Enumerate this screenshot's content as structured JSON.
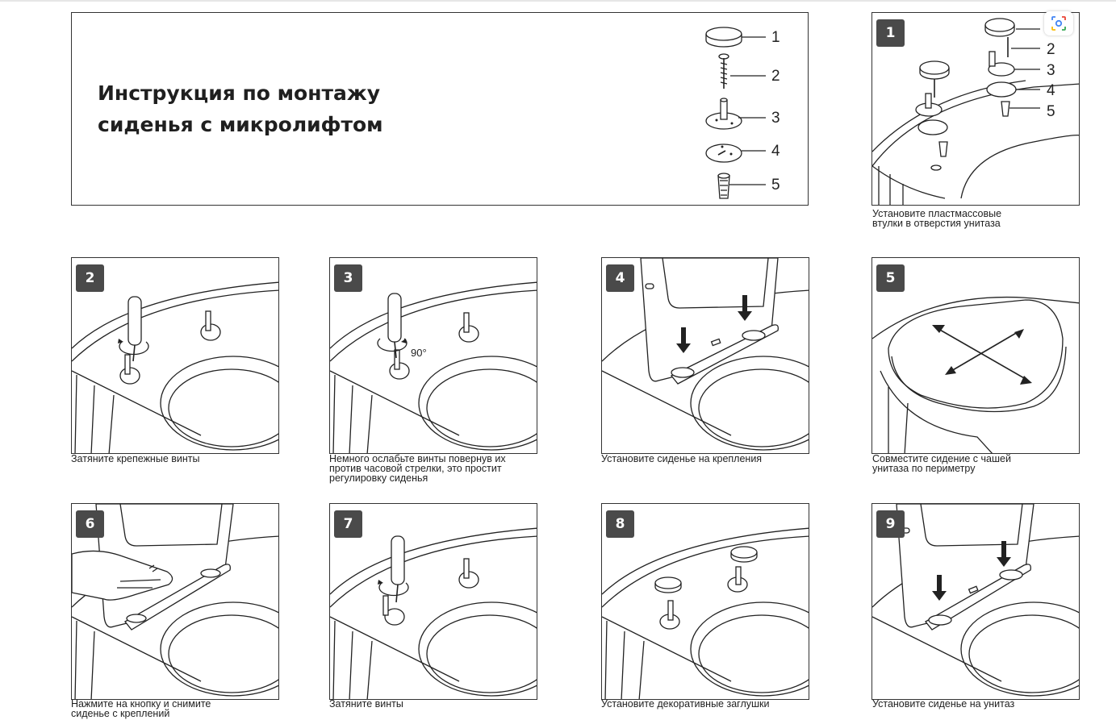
{
  "title_lines": [
    "Инструкция по монтажу",
    "сиденья с микролифтом"
  ],
  "parts": [
    {
      "number": "1"
    },
    {
      "number": "2"
    },
    {
      "number": "3"
    },
    {
      "number": "4"
    },
    {
      "number": "5"
    }
  ],
  "panel1_labels": [
    "1",
    "2",
    "3",
    "4",
    "5"
  ],
  "steps": [
    {
      "number": "1",
      "caption": [
        "Установите пластмассовые",
        "втулки в отверстия унитаза"
      ]
    },
    {
      "number": "2",
      "caption": [
        "Затяните крепежные винты"
      ]
    },
    {
      "number": "3",
      "caption": [
        "Немного ослабьте винты повернув их",
        "против часовой стрелки, это простит",
        "регулировку сиденья"
      ],
      "angle_label": "90°"
    },
    {
      "number": "4",
      "caption": [
        "Установите сиденье на крепления"
      ]
    },
    {
      "number": "5",
      "caption": [
        "Совместите сидение с чашей",
        "унитаза по периметру"
      ]
    },
    {
      "number": "6",
      "caption": [
        "Нажмите на кнопку и снимите",
        "сиденье с креплений"
      ]
    },
    {
      "number": "7",
      "caption": [
        "Затяните винты"
      ]
    },
    {
      "number": "8",
      "caption": [
        "Установите декоративные заглушки"
      ]
    },
    {
      "number": "9",
      "caption": [
        "Установите сиденье на унитаз"
      ]
    }
  ],
  "icons": {
    "lens": "image-search-icon"
  }
}
